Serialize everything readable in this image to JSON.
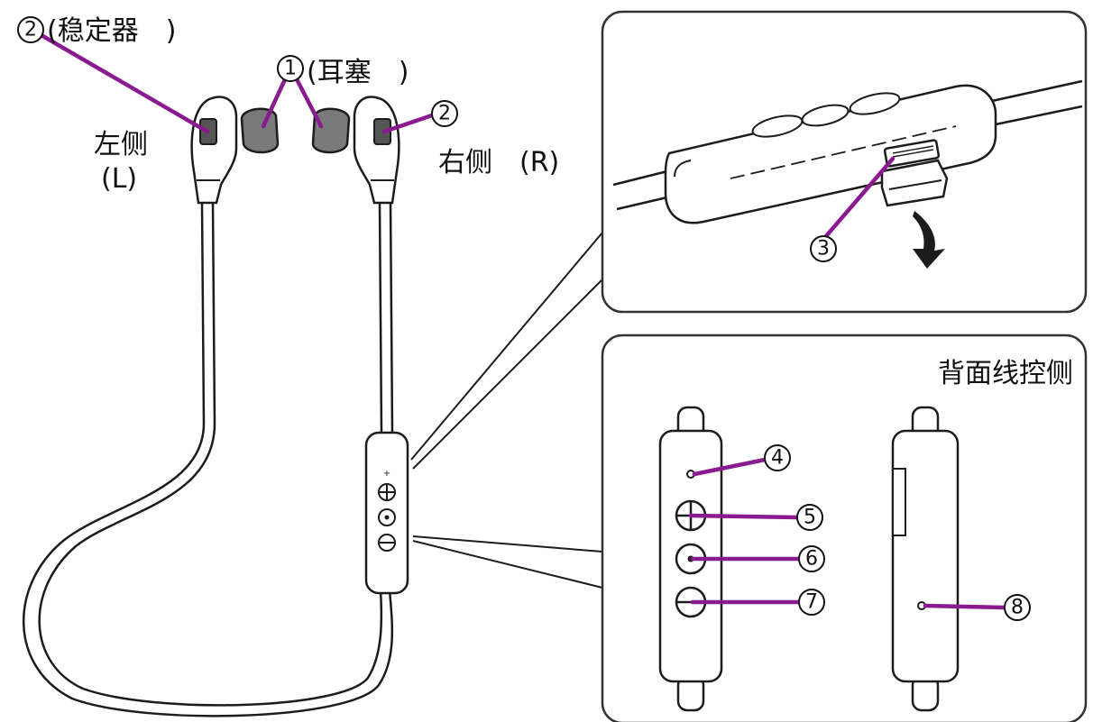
{
  "labels": {
    "stabilizer_top": "(稳定器　)",
    "eartip": "(耳塞　)",
    "left_side": "左侧",
    "left_side_code": "(L)",
    "right_side": "右侧　(R)",
    "back_remote": "背面线控侧"
  },
  "callouts": {
    "n1": "1",
    "n2_left": "2",
    "n2_right": "2",
    "n3": "3",
    "n4": "4",
    "n5": "5",
    "n6": "6",
    "n7": "7",
    "n8": "8"
  },
  "colors": {
    "leader": "#8a1a8f",
    "line": "#1c1c1c",
    "eartip_fill": "#7a7a7a",
    "panel_border": "#333333"
  }
}
